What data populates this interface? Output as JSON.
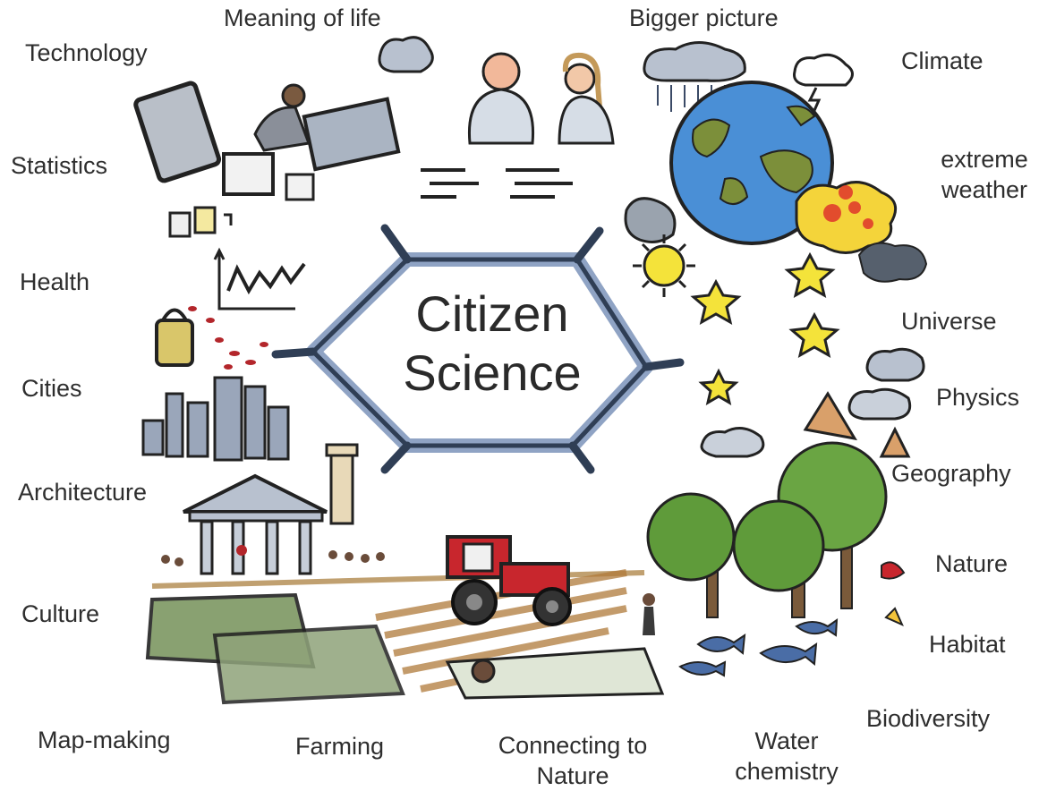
{
  "hex_title": {
    "line1": "Citizen",
    "line2": "Science"
  },
  "topics": {
    "meaning_of_life": "Meaning of life",
    "bigger_picture": "Bigger picture",
    "technology": "Technology",
    "climate": "Climate",
    "statistics": "Statistics",
    "extreme_weather_line1": "extreme",
    "extreme_weather_line2": "weather",
    "health": "Health",
    "universe": "Universe",
    "cities": "Cities",
    "physics": "Physics",
    "architecture": "Architecture",
    "geography": "Geography",
    "nature": "Nature",
    "culture": "Culture",
    "habitat": "Habitat",
    "biodiversity": "Biodiversity",
    "map_making": "Map-making",
    "farming": "Farming",
    "connecting_line1": "Connecting to",
    "connecting_line2": "Nature",
    "water_line1": "Water",
    "water_line2": "chemistry"
  },
  "colors": {
    "hex_stroke": "#2f3e55",
    "hex_fill": "#8fa3c4",
    "earth_ocean": "#4a8fd6",
    "earth_land": "#7c8f3a",
    "star": "#f4e33a",
    "tree_green": "#5f9b3a",
    "tractor_red": "#c8262d",
    "field_green": "#7d9762"
  }
}
